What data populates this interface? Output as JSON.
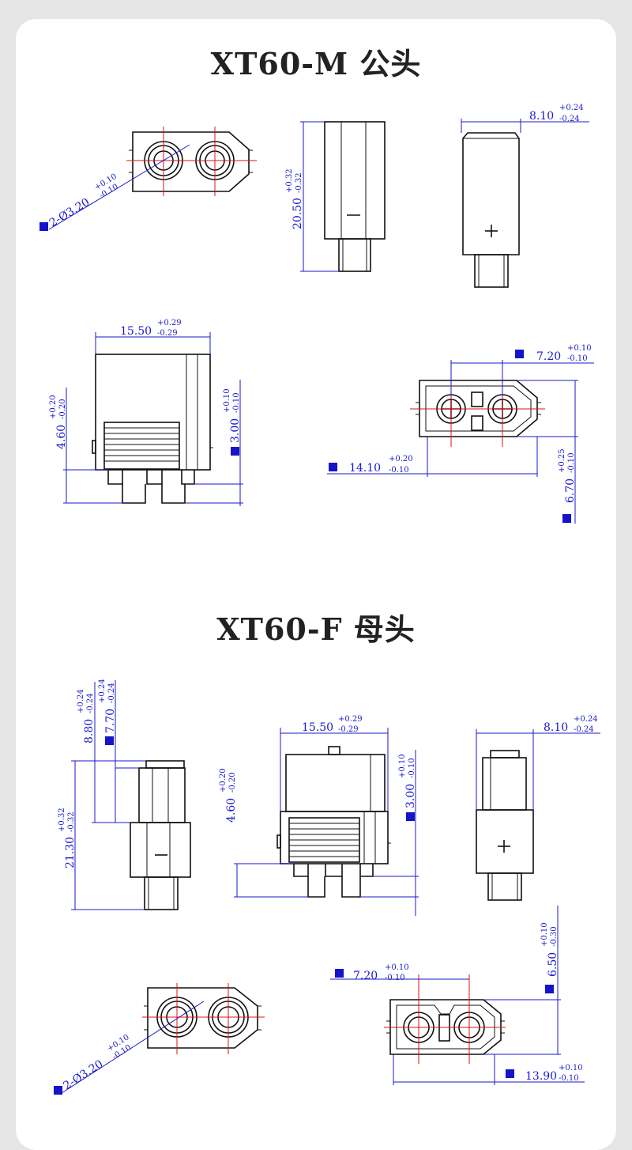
{
  "colors": {
    "dimension": "#1a1acd",
    "centerline": "#e01010",
    "outline": "#111111",
    "background": "#e6e6e6",
    "card": "#ffffff"
  },
  "titles": {
    "male": "XT60-M 公头",
    "female": "XT60-F 母头"
  },
  "male": {
    "hole": {
      "value": "2-Ø3.20",
      "tol_plus": "+0.10",
      "tol_minus": "-0.10"
    },
    "side_height": {
      "value": "20.50",
      "tol_plus": "+0.32",
      "tol_minus": "-0.32"
    },
    "width": {
      "value": "8.10",
      "tol_plus": "+0.24",
      "tol_minus": "-0.24"
    },
    "body_width": {
      "value": "15.50",
      "tol_plus": "+0.29",
      "tol_minus": "-0.29"
    },
    "pin_length": {
      "value": "4.60",
      "tol_plus": "+0.20",
      "tol_minus": "-0.20"
    },
    "pin_offset": {
      "value": "3.00",
      "tol_plus": "+0.10",
      "tol_minus": "-0.10"
    },
    "pitch": {
      "value": "7.20",
      "tol_plus": "+0.10",
      "tol_minus": "-0.10"
    },
    "face_width": {
      "value": "14.10",
      "tol_plus": "+0.20",
      "tol_minus": "-0.10"
    },
    "face_height": {
      "value": "6.70",
      "tol_plus": "+0.25",
      "tol_minus": "-0.10"
    }
  },
  "female": {
    "top_a": {
      "value": "8.80",
      "tol_plus": "+0.24",
      "tol_minus": "-0.24"
    },
    "top_b": {
      "value": "7.70",
      "tol_plus": "+0.24",
      "tol_minus": "-0.24"
    },
    "side_height": {
      "value": "21.30",
      "tol_plus": "+0.32",
      "tol_minus": "-0.32"
    },
    "body_width": {
      "value": "15.50",
      "tol_plus": "+0.29",
      "tol_minus": "-0.29"
    },
    "pin_length": {
      "value": "4.60",
      "tol_plus": "+0.20",
      "tol_minus": "-0.20"
    },
    "pin_offset": {
      "value": "3.00",
      "tol_plus": "+0.10",
      "tol_minus": "-0.10"
    },
    "width": {
      "value": "8.10",
      "tol_plus": "+0.24",
      "tol_minus": "-0.24"
    },
    "face_height": {
      "value": "6.50",
      "tol_plus": "+0.10",
      "tol_minus": "-0.30"
    },
    "pitch": {
      "value": "7.20",
      "tol_plus": "+0.10",
      "tol_minus": "-0.10"
    },
    "hole": {
      "value": "2-Ø3.20",
      "tol_plus": "+0.10",
      "tol_minus": "-0.10"
    },
    "face_width": {
      "value": "13.90",
      "tol_plus": "+0.10",
      "tol_minus": "-0.10"
    }
  }
}
